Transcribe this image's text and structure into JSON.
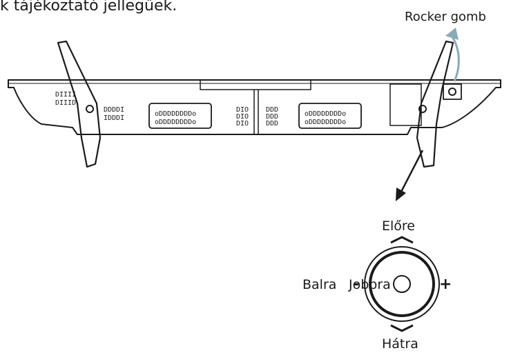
{
  "caption": "k tájékoztató jellegűek.",
  "callout": {
    "rocker_button": "Rocker gomb"
  },
  "joystick": {
    "forward": "Előre",
    "back": "Hátra",
    "left": "Balra",
    "right": "Jobbra",
    "plus": "+",
    "minus": "-"
  },
  "colors": {
    "line": "#1a1a1a",
    "accent_arrow": "#8aaab8"
  }
}
